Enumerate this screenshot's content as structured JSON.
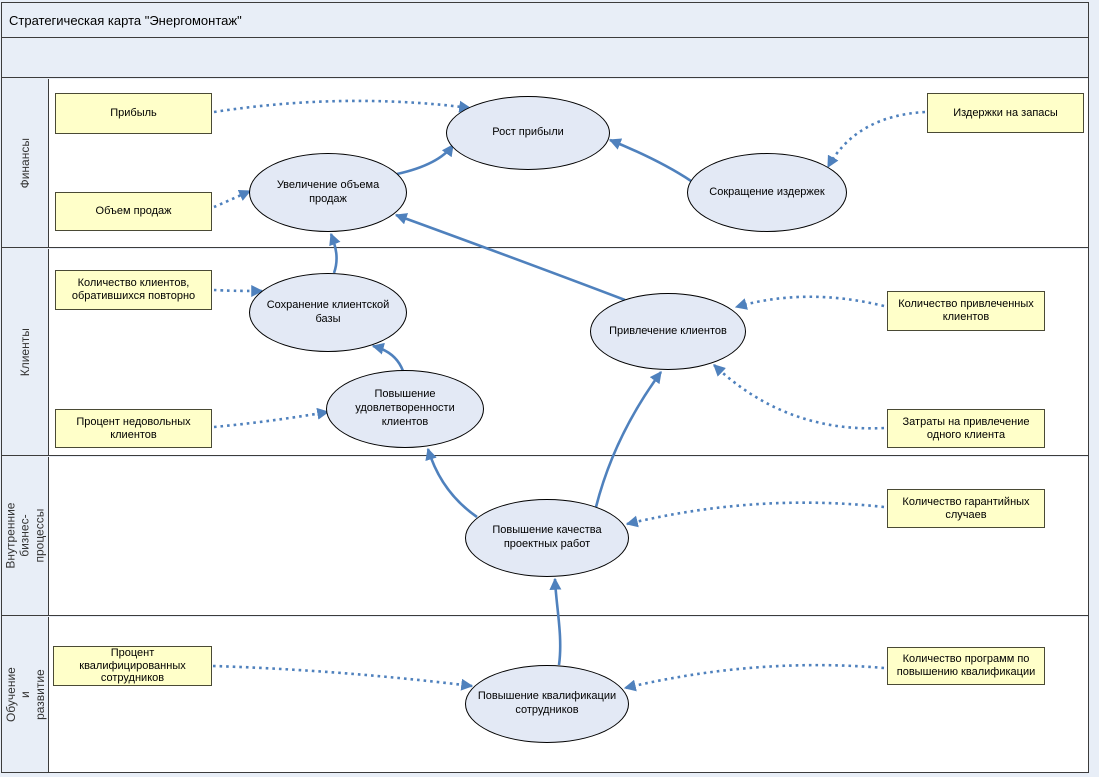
{
  "title": "Стратегическая карта \"Энергомонтаж\"",
  "perspectives": [
    {
      "id": "finance",
      "label": "Финансы"
    },
    {
      "id": "clients",
      "label": "Клиенты"
    },
    {
      "id": "internal",
      "label": "Внутренние\nбизнес-процессы"
    },
    {
      "id": "learning",
      "label": "Обучение и\nразвитие"
    }
  ],
  "goals": [
    {
      "id": "profit_growth",
      "label": "Рост прибыли",
      "perspective": "finance"
    },
    {
      "id": "sales_increase",
      "label": "Увеличение объема продаж",
      "perspective": "finance"
    },
    {
      "id": "cost_reduction",
      "label": "Сокращение издержек",
      "perspective": "finance"
    },
    {
      "id": "client_retention",
      "label": "Сохранение клиентской\nбазы",
      "perspective": "clients"
    },
    {
      "id": "client_satisfaction",
      "label": "Повышение\nудовлетворенности клиентов",
      "perspective": "clients"
    },
    {
      "id": "client_attraction",
      "label": "Привлечение клиентов",
      "perspective": "clients"
    },
    {
      "id": "project_quality",
      "label": "Повышение качества\nпроектных работ",
      "perspective": "internal"
    },
    {
      "id": "staff_qualification",
      "label": "Повышение квалификации\nсотрудников",
      "perspective": "learning"
    }
  ],
  "indicators": [
    {
      "id": "profit",
      "label": "Прибыль"
    },
    {
      "id": "sales_volume",
      "label": "Объем продаж"
    },
    {
      "id": "inventory_costs",
      "label": "Издержки на запасы"
    },
    {
      "id": "repeat_clients",
      "label": "Количество клиентов,\nобратившихся повторно"
    },
    {
      "id": "unhappy_clients",
      "label": "Процент недовольных\nклиентов"
    },
    {
      "id": "attracted_clients",
      "label": "Количество привлеченных\nклиентов"
    },
    {
      "id": "attraction_cost",
      "label": "Затраты на привлечение\nодного клиента"
    },
    {
      "id": "warranty_cases",
      "label": "Количество гарантийных\nслучаев"
    },
    {
      "id": "qualified_staff",
      "label": "Процент\nквалифицированных\nсотрудников"
    },
    {
      "id": "training_programs",
      "label": "Количество программ по\nповышению квалификации"
    }
  ],
  "edges": [
    {
      "from": "sales_increase",
      "to": "profit_growth",
      "style": "solid"
    },
    {
      "from": "cost_reduction",
      "to": "profit_growth",
      "style": "solid"
    },
    {
      "from": "client_retention",
      "to": "sales_increase",
      "style": "solid"
    },
    {
      "from": "client_attraction",
      "to": "sales_increase",
      "style": "solid"
    },
    {
      "from": "client_satisfaction",
      "to": "client_retention",
      "style": "solid"
    },
    {
      "from": "project_quality",
      "to": "client_satisfaction",
      "style": "solid"
    },
    {
      "from": "project_quality",
      "to": "client_attraction",
      "style": "solid"
    },
    {
      "from": "staff_qualification",
      "to": "project_quality",
      "style": "solid"
    },
    {
      "from": "profit",
      "to": "profit_growth",
      "style": "dotted"
    },
    {
      "from": "sales_volume",
      "to": "sales_increase",
      "style": "dotted"
    },
    {
      "from": "inventory_costs",
      "to": "cost_reduction",
      "style": "dotted"
    },
    {
      "from": "repeat_clients",
      "to": "client_retention",
      "style": "dotted"
    },
    {
      "from": "unhappy_clients",
      "to": "client_satisfaction",
      "style": "dotted"
    },
    {
      "from": "attracted_clients",
      "to": "client_attraction",
      "style": "dotted"
    },
    {
      "from": "attraction_cost",
      "to": "client_attraction",
      "style": "dotted"
    },
    {
      "from": "warranty_cases",
      "to": "project_quality",
      "style": "dotted"
    },
    {
      "from": "qualified_staff",
      "to": "staff_qualification",
      "style": "dotted"
    },
    {
      "from": "training_programs",
      "to": "staff_qualification",
      "style": "dotted"
    }
  ],
  "colors": {
    "background": "#E8EEF7",
    "band_content": "#FFFFFF",
    "indicator_fill": "#FFFFC9",
    "goal_fill": "#E3E9F5",
    "arrow": "#4F81BD",
    "border": "#3C3C3C"
  }
}
